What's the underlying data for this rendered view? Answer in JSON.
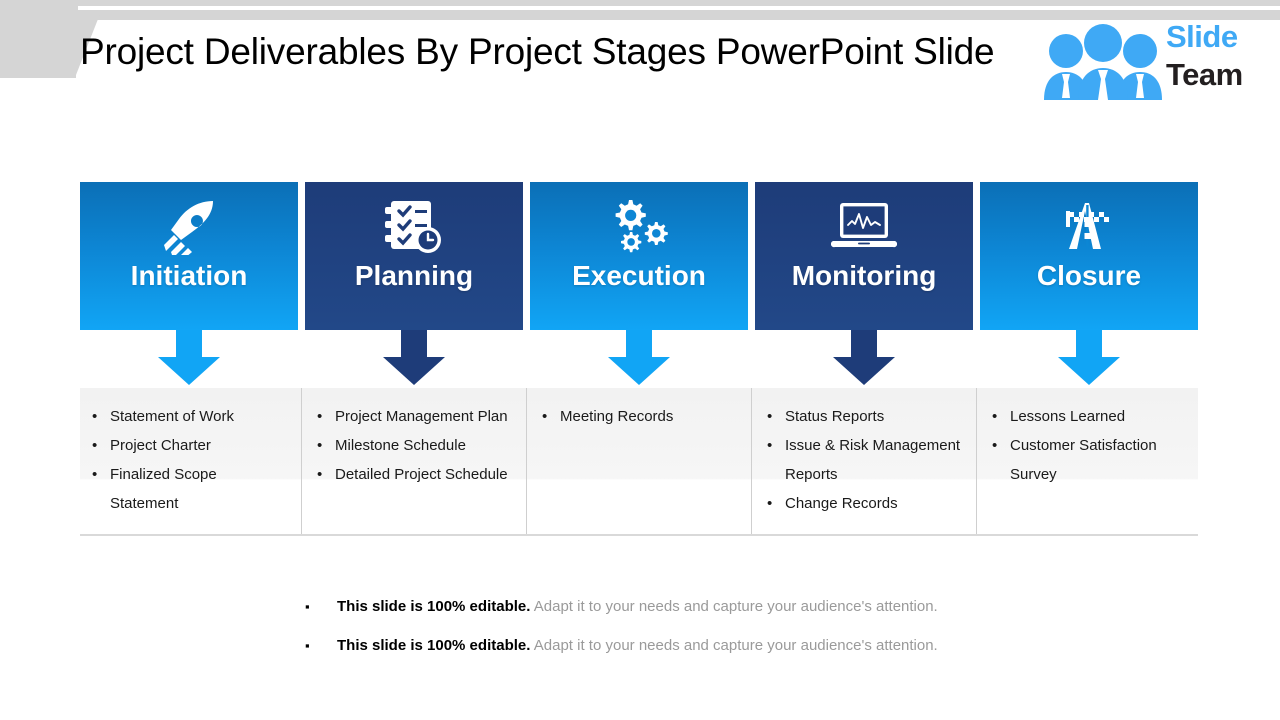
{
  "slide": {
    "title": "Project Deliverables By Project Stages PowerPoint Slide",
    "logo": {
      "word_one": "Slide",
      "word_two": "Team",
      "icon": "three-people-icon"
    }
  },
  "stages": [
    {
      "id": "initiation",
      "label": "Initiation",
      "icon": "rocket-icon",
      "theme": "light",
      "color": "#11a5f5"
    },
    {
      "id": "planning",
      "label": "Planning",
      "icon": "checklist-clock-icon",
      "theme": "dark",
      "color": "#1e3c79"
    },
    {
      "id": "execution",
      "label": "Execution",
      "icon": "gears-icon",
      "theme": "light",
      "color": "#11a5f5"
    },
    {
      "id": "monitoring",
      "label": "Monitoring",
      "icon": "laptop-chart-icon",
      "theme": "dark",
      "color": "#1e3c79"
    },
    {
      "id": "closure",
      "label": "Closure",
      "icon": "road-finish-icon",
      "theme": "light",
      "color": "#11a5f5"
    }
  ],
  "deliverables": [
    {
      "stage": "Initiation",
      "items": [
        "Statement of Work",
        "Project Charter",
        "Finalized Scope Statement"
      ]
    },
    {
      "stage": "Planning",
      "items": [
        "Project Management Plan",
        "Milestone Schedule",
        "Detailed Project Schedule"
      ]
    },
    {
      "stage": "Execution",
      "items": [
        "Meeting Records"
      ]
    },
    {
      "stage": "Monitoring",
      "items": [
        "Status Reports",
        "Issue & Risk Management Reports",
        "Change Records"
      ]
    },
    {
      "stage": "Closure",
      "items": [
        "Lessons Learned",
        "Customer Satisfaction Survey"
      ]
    }
  ],
  "notes": [
    {
      "bold": "This slide is 100% editable.",
      "rest": " Adapt it to your needs and capture your audience's attention."
    },
    {
      "bold": "This slide is 100% editable.",
      "rest": " Adapt it to your needs and capture your audience's attention."
    }
  ],
  "bullets": {
    "dot": "•",
    "square": "▪"
  },
  "colors": {
    "light_blue": "#11a5f5",
    "dark_navy": "#1e3c79",
    "gray_band": "#d5d5d5",
    "panel_gray": "#f2f2f2"
  }
}
